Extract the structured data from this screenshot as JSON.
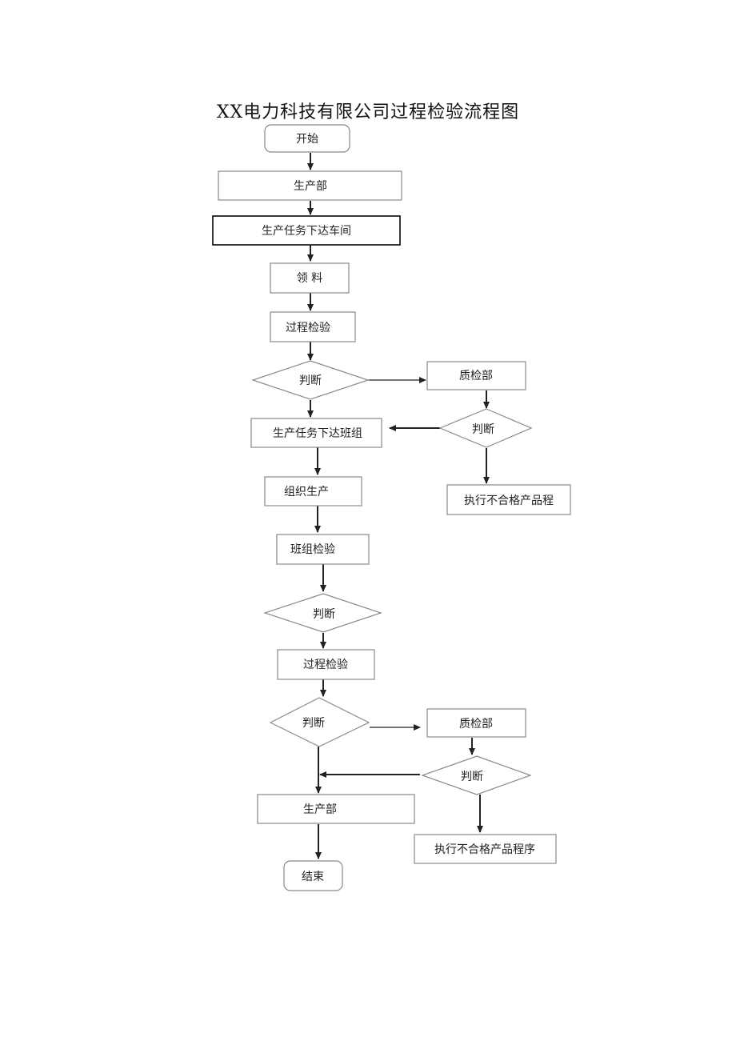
{
  "title": "XX电力科技有限公司过程检验流程图",
  "nodes": {
    "start": "开始",
    "production_dept_1": "生产部",
    "task_to_workshop": "生产任务下达车间",
    "material_pickup": "领 料",
    "process_inspection_1": "过程检验",
    "decision_1": "判断",
    "qc_dept_1": "质检部",
    "decision_qc_1": "判断",
    "task_to_team": "生产任务下达班组",
    "nonconforming_1": "执行不合格产品程",
    "organize_production": "组织生产",
    "team_inspection": "班组检验",
    "decision_2": "判断",
    "process_inspection_2": "过程检验",
    "decision_3": "判断",
    "qc_dept_2": "质检部",
    "decision_qc_2": "判断",
    "production_dept_2": "生产部",
    "nonconforming_2": "执行不合格产品程序",
    "end": "结束"
  }
}
